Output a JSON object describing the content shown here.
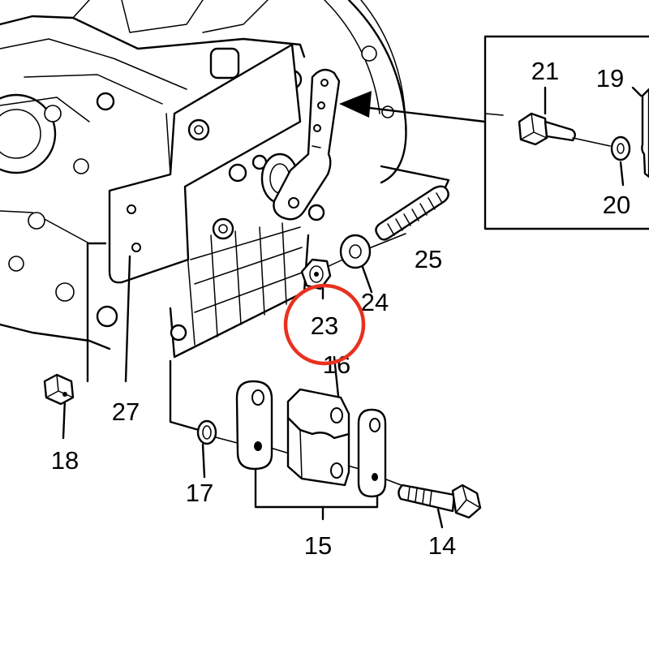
{
  "colors": {
    "line": "#000000",
    "background": "#ffffff",
    "highlight": "#e8311f"
  },
  "highlighted_callout": "23",
  "callouts": {
    "c14": "14",
    "c15": "15",
    "c16": "16",
    "c17": "17",
    "c18": "18",
    "c19": "19",
    "c20": "20",
    "c21": "21",
    "c23": "23",
    "c24": "24",
    "c25": "25",
    "c27": "27"
  }
}
